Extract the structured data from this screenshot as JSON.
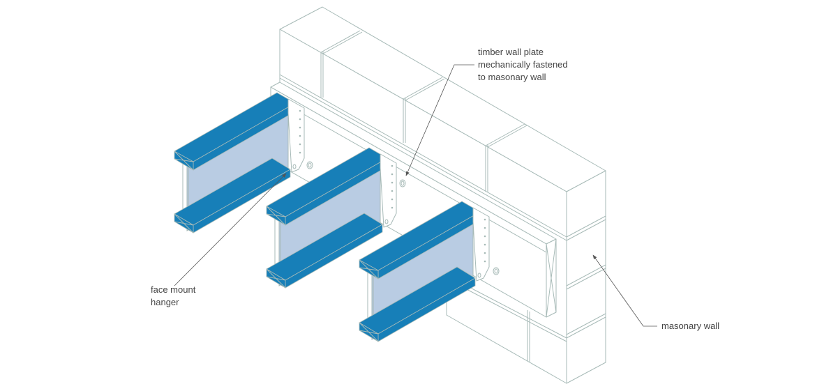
{
  "labels": {
    "wall_plate": [
      "timber wall plate",
      "mechanically fastened",
      "to masonary wall"
    ],
    "hanger": [
      "face mount",
      "hanger"
    ],
    "wall": [
      "masonary wall"
    ]
  },
  "colors": {
    "joist_flange": "#177fb8",
    "joist_web": "#b9cce3",
    "outline": "#a7bab7",
    "text": "#444444"
  }
}
